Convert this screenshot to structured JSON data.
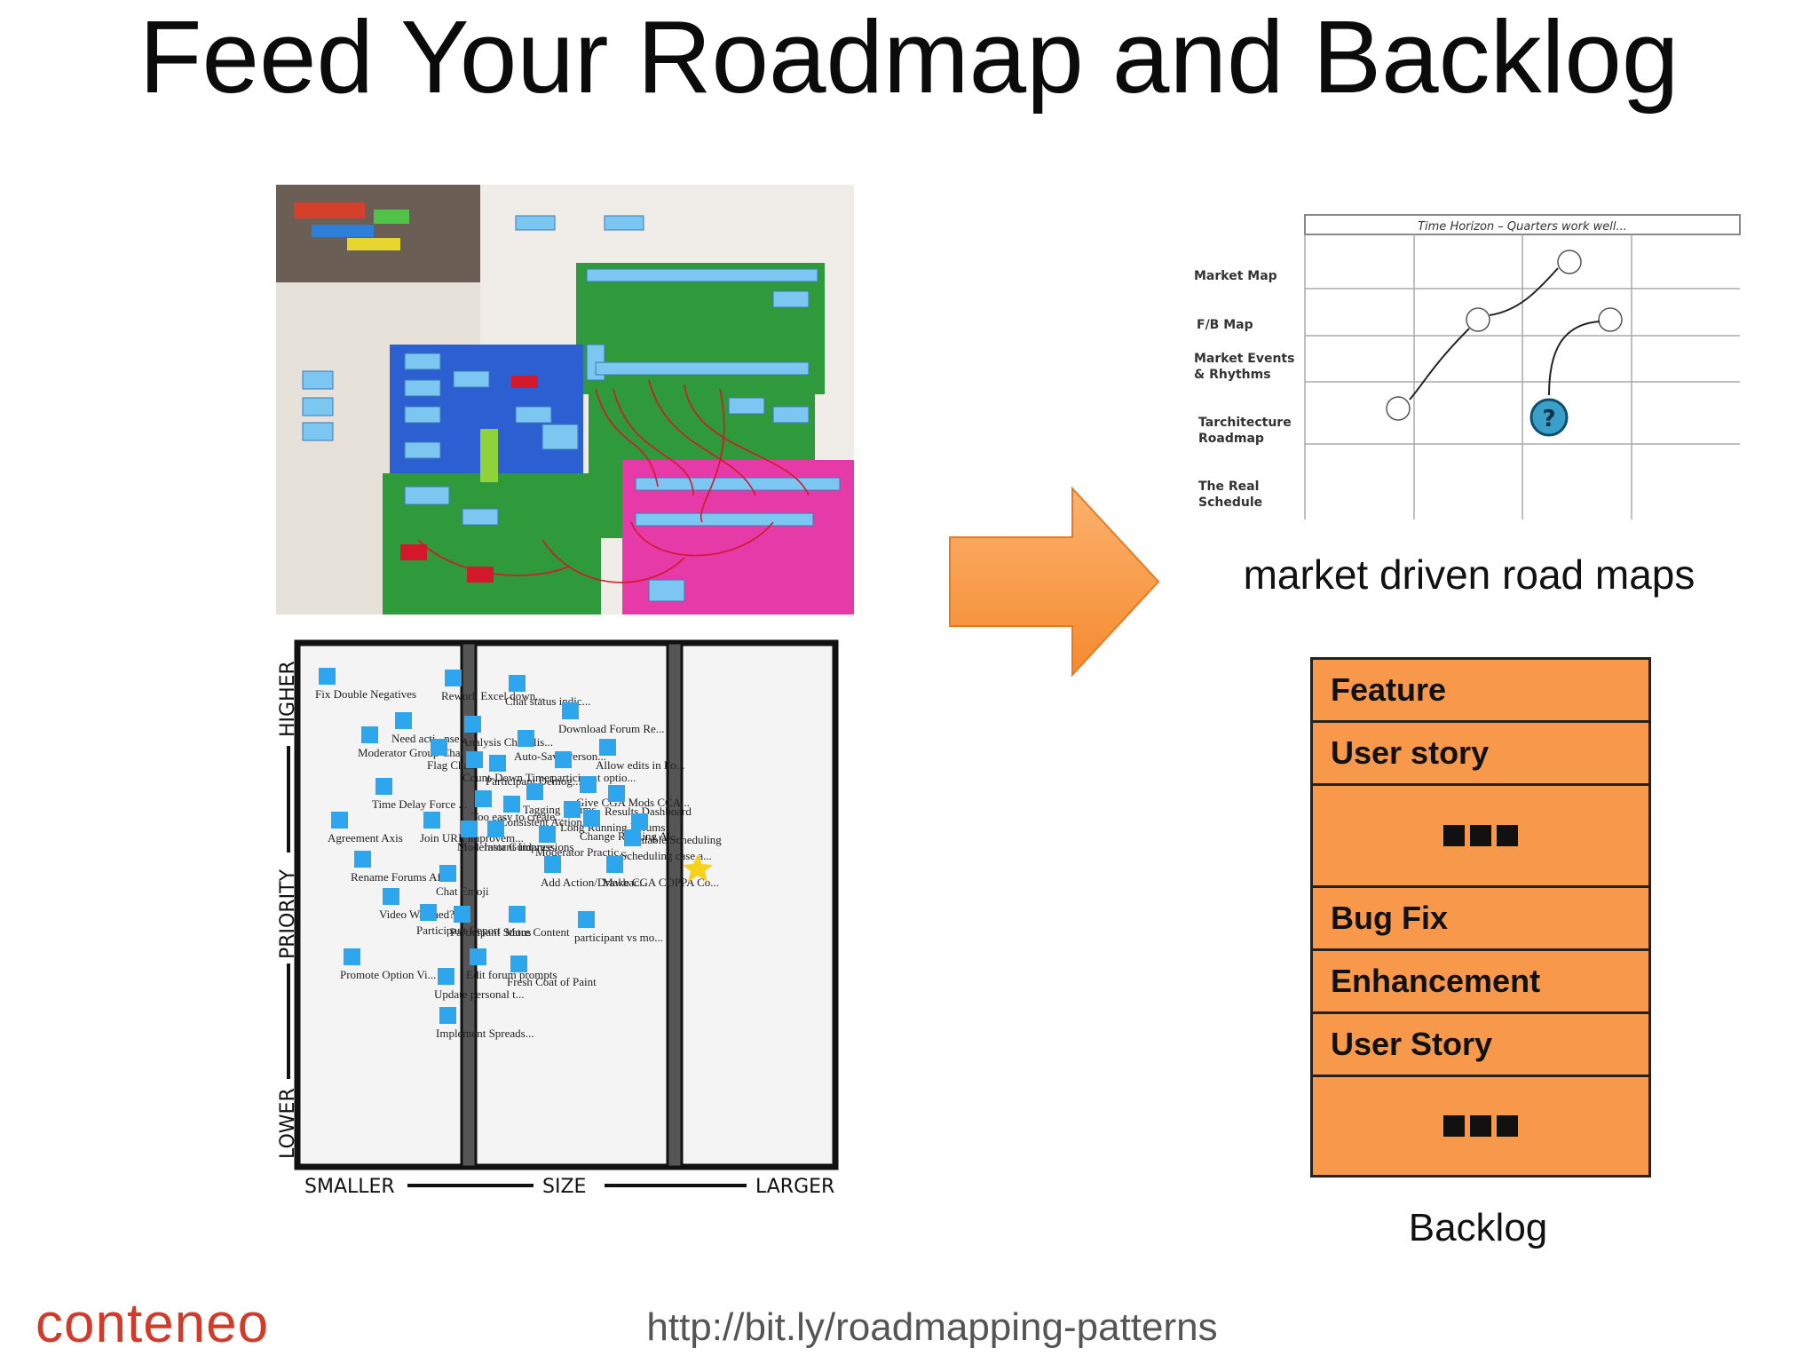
{
  "title": "Feed Your Roadmap and Backlog",
  "colors": {
    "arrow": "#f7984a",
    "backlog": "#f7984a",
    "sticky": "#2ea6ee",
    "logo": "#d23b2a"
  },
  "roadmap": {
    "header": "Time Horizon – Quarters work well...",
    "rows": [
      "Market Map",
      "F/B Map",
      "Market Events & Rhythms",
      "Tarchitecture Roadmap",
      "The Real Schedule"
    ],
    "caption": "market driven road maps"
  },
  "matrix": {
    "y_axis": {
      "high": "HIGHER",
      "mid": "PRIORITY",
      "low": "LOWER"
    },
    "x_axis": {
      "low": "SMALLER",
      "mid": "SIZE",
      "high": "LARGER"
    },
    "notes": [
      "Fix Double Negatives",
      "Rework Excel down...",
      "Chat status indic...",
      "Download Forum Re...",
      "Need acti...nse...",
      "Analysis Checklis...",
      "Auto-Save Person...",
      "Moderator Group Chat",
      "Flag Chats",
      "Allow edits in Fo...",
      "Count-Down Timer",
      "Participant Demog...",
      "participant optio...",
      "Time Delay Force ...",
      "Give CGA Mods CCA...",
      "Results Dashboard",
      "Too easy to create...",
      "Tagging forums",
      "Consistent Action...",
      "Long Running Forums",
      "Change Ranking Al...",
      "Agreement Axis",
      "Join URL improvem...",
      "Moderator Guidance",
      "Instant Impressions",
      "Moderator Practic...",
      "Scalable Scheduling",
      "Scheduling case a...",
      "Rename Forums Aft...",
      "Chat Emoji",
      "Add Action/Drawbac...",
      "Make CGA COPPA Co...",
      "Video Watched?",
      "Participant Report",
      "Participant Status",
      "More Content",
      "participant vs mo...",
      "Promote Option Vi...",
      "Edit forum prompts",
      "Fresh Coat of Paint",
      "Update personal t...",
      "Implement Spreads..."
    ]
  },
  "backlog": {
    "items": [
      "Feature",
      "User story",
      "",
      "Bug Fix",
      "Enhancement",
      "User Story",
      ""
    ],
    "caption": "Backlog"
  },
  "footer": {
    "logo": "conteneo",
    "url": "http://bit.ly/roadmapping-patterns"
  }
}
